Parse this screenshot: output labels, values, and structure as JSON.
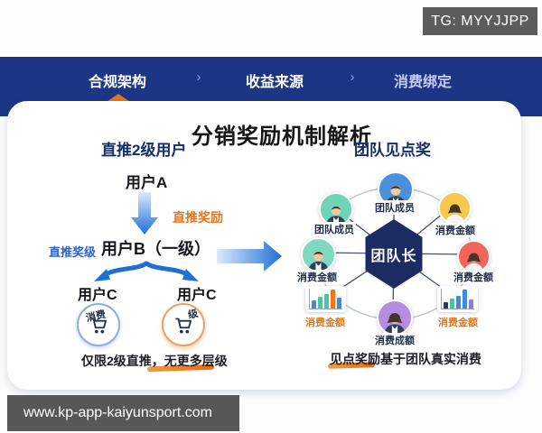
{
  "badge": {
    "tg": "TG: MYYJJPP"
  },
  "nav": {
    "chevron": "›",
    "items": [
      {
        "label": "合规架构"
      },
      {
        "label": "收益来源"
      },
      {
        "label": "消费绑定"
      }
    ]
  },
  "title": "分销奖励机制解析",
  "left": {
    "heading": "直推2级用户",
    "user_a": "用户A",
    "arrow_label": "直推奖励",
    "side_label": "直推奖级",
    "user_b": "用户B（一级）",
    "user_c_left": "用户C",
    "user_c_right": "用户C",
    "cart_left_text": "消费",
    "cart_right_text": "级",
    "caption_part1": "仅限2级直推，",
    "caption_part2": "无更多层级"
  },
  "right": {
    "heading": "团队见点奖",
    "center_label": "团队长",
    "nodes": [
      {
        "label": "团队成员",
        "type": "avatar",
        "color": "#4a90dd"
      },
      {
        "label": "团队成员",
        "type": "avatar",
        "color": "#6fd3b5"
      },
      {
        "label": "消费金额",
        "type": "avatar",
        "color": "#f6c84c"
      },
      {
        "label": "消费金额",
        "type": "avatar",
        "color": "#7fd8c0"
      },
      {
        "label": "消费金额",
        "type": "avatar",
        "color": "#f2655c"
      },
      {
        "label": "消费金额",
        "type": "chart"
      },
      {
        "label": "消费金额",
        "type": "chart"
      },
      {
        "label": "消费成额",
        "type": "avatar",
        "color": "#b48ce0"
      }
    ],
    "caption_part1": "见点奖励",
    "caption_part2": "基于团队真实消费"
  },
  "footer": {
    "url": "www.kp-app-kaiyunsport.com"
  },
  "colors": {
    "nav_band": "#1d3585",
    "hexagon": "#1d2b63",
    "accent_orange": "#e8751a",
    "arrow_blue": "#2472dd"
  }
}
